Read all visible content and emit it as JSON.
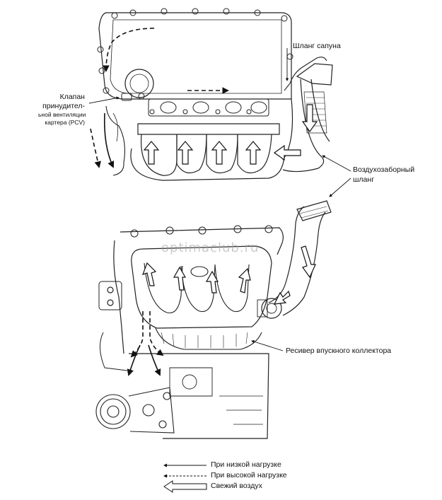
{
  "labels": {
    "breather_hose": "Шланг сапуна",
    "pcv_valve_line1": "Клапан",
    "pcv_valve_line2": "принудител-",
    "pcv_valve_line3": "ьной вентиляции",
    "pcv_valve_line4": "картера (PCV)",
    "intake_hose_line1": "Воздухозаборный",
    "intake_hose_line2": "шланг",
    "intake_manifold": "Ресивер впускного коллектора"
  },
  "watermark": "optimaclub.ru",
  "legend": {
    "low_load": "При низкой нагрузке",
    "high_load": "При высокой нагрузке",
    "fresh_air": "Свежий воздух"
  }
}
